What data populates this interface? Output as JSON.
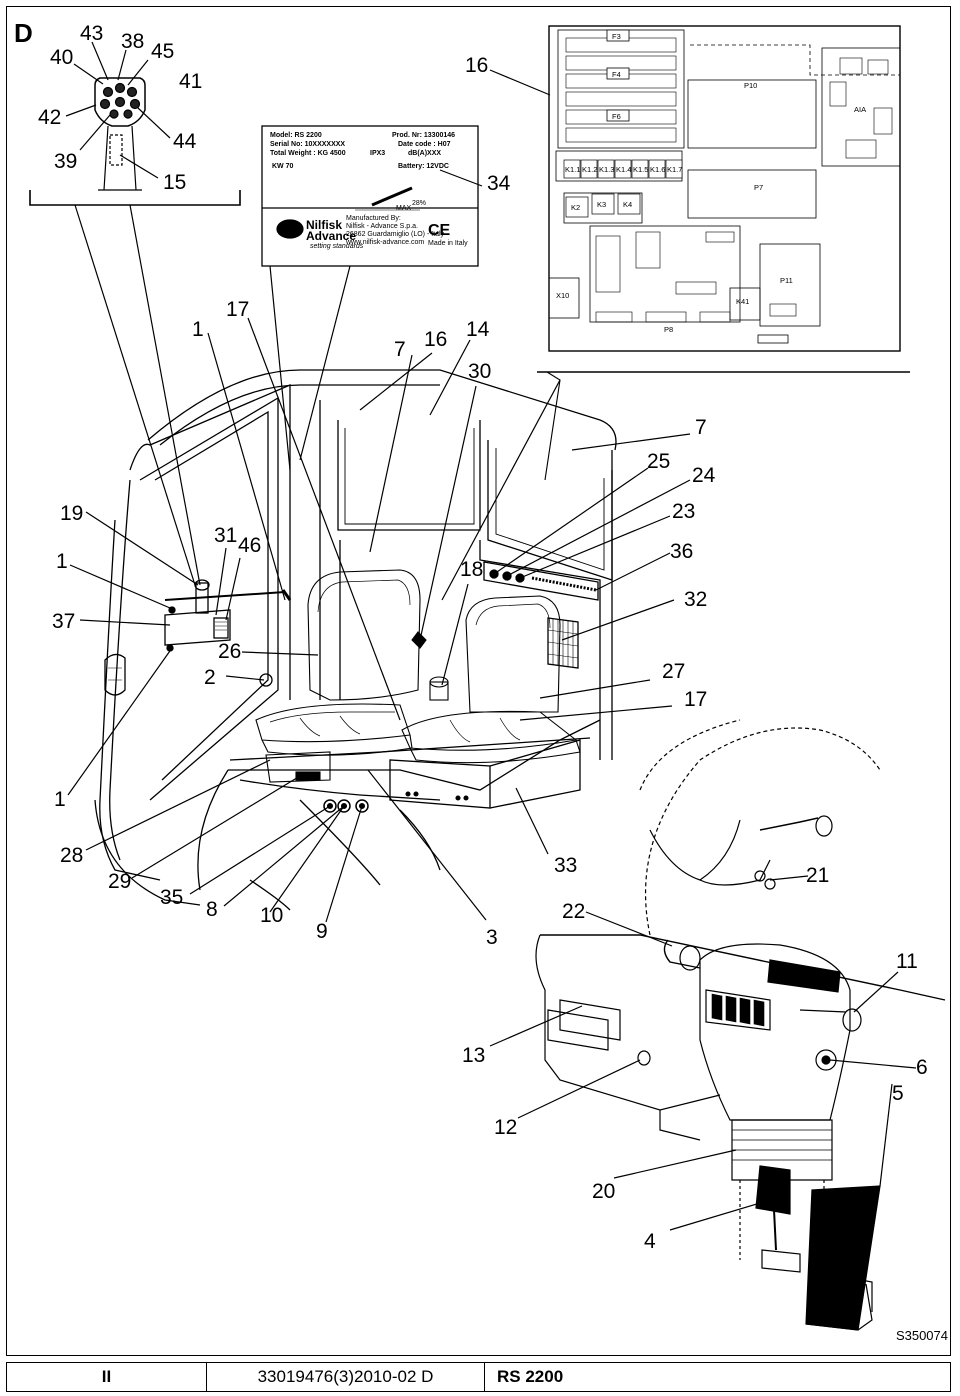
{
  "section_letter": "D",
  "drawing_code": "S350074",
  "footer": {
    "page": "II",
    "document": "33019476(3)2010-02 D",
    "model": "RS 2200"
  },
  "rating_plate": {
    "model": "Model: RS 2200",
    "prod_nr": "Prod. Nr: 13300146",
    "serial": "Serial No: 10XXXXXXX",
    "date_code": "Date code : H07",
    "weight": "Total Weight : KG 4500",
    "ipx": "IPX3",
    "db": "dB(A)XXX",
    "kw": "KW 70",
    "battery": "Battery: 12VDC",
    "slope": "28%",
    "slope_small": "MAX",
    "brand_line1": "Nilfisk",
    "brand_line2": "Advance",
    "brand_tagline": "setting standards",
    "maker_1": "Manufactured By:",
    "maker_2": "Nilfisk - Advance S.p.a.",
    "maker_3": "26862 Guardamiglio (LO) - Italy",
    "maker_4": "www.nilfisk-advance.com",
    "ce": "CE",
    "made_in": "Made in Italy"
  },
  "fuse_panel": {
    "fuses": [
      "F3",
      "F4",
      "F6"
    ],
    "relays_row": [
      "K1.1",
      "K1.2",
      "K1.3",
      "K1.4",
      "K1.5",
      "K1.6",
      "K1.7"
    ],
    "relays": [
      "K2",
      "K3",
      "K4"
    ],
    "connectors": [
      "P10",
      "P7",
      "P11",
      "P8",
      "X10",
      "K41",
      "AIA"
    ]
  },
  "callouts": [
    {
      "id": "c43",
      "text": "43"
    },
    {
      "id": "c38",
      "text": "38"
    },
    {
      "id": "c40",
      "text": "40"
    },
    {
      "id": "c45",
      "text": "45"
    },
    {
      "id": "c41",
      "text": "41"
    },
    {
      "id": "c42",
      "text": "42"
    },
    {
      "id": "c44",
      "text": "44"
    },
    {
      "id": "c39",
      "text": "39"
    },
    {
      "id": "c15",
      "text": "15"
    },
    {
      "id": "c16a",
      "text": "16"
    },
    {
      "id": "c34",
      "text": "34"
    },
    {
      "id": "c17a",
      "text": "17"
    },
    {
      "id": "c1a",
      "text": "1"
    },
    {
      "id": "c7a",
      "text": "7"
    },
    {
      "id": "c16b",
      "text": "16"
    },
    {
      "id": "c14",
      "text": "14"
    },
    {
      "id": "c30",
      "text": "30"
    },
    {
      "id": "c7b",
      "text": "7"
    },
    {
      "id": "c25",
      "text": "25"
    },
    {
      "id": "c24",
      "text": "24"
    },
    {
      "id": "c19",
      "text": "19"
    },
    {
      "id": "c23",
      "text": "23"
    },
    {
      "id": "c31",
      "text": "31"
    },
    {
      "id": "c46",
      "text": "46"
    },
    {
      "id": "c1b",
      "text": "1"
    },
    {
      "id": "c36",
      "text": "36"
    },
    {
      "id": "c18",
      "text": "18"
    },
    {
      "id": "c37",
      "text": "37"
    },
    {
      "id": "c32",
      "text": "32"
    },
    {
      "id": "c26",
      "text": "26"
    },
    {
      "id": "c2",
      "text": "2"
    },
    {
      "id": "c27",
      "text": "27"
    },
    {
      "id": "c17b",
      "text": "17"
    },
    {
      "id": "c1c",
      "text": "1"
    },
    {
      "id": "c28",
      "text": "28"
    },
    {
      "id": "c29",
      "text": "29"
    },
    {
      "id": "c35",
      "text": "35"
    },
    {
      "id": "c8",
      "text": "8"
    },
    {
      "id": "c10",
      "text": "10"
    },
    {
      "id": "c9",
      "text": "9"
    },
    {
      "id": "c3",
      "text": "3"
    },
    {
      "id": "c33",
      "text": "33"
    },
    {
      "id": "c21",
      "text": "21"
    },
    {
      "id": "c22",
      "text": "22"
    },
    {
      "id": "c11",
      "text": "11"
    },
    {
      "id": "c13",
      "text": "13"
    },
    {
      "id": "c6",
      "text": "6"
    },
    {
      "id": "c5",
      "text": "5"
    },
    {
      "id": "c12",
      "text": "12"
    },
    {
      "id": "c20",
      "text": "20"
    },
    {
      "id": "c4",
      "text": "4"
    }
  ]
}
